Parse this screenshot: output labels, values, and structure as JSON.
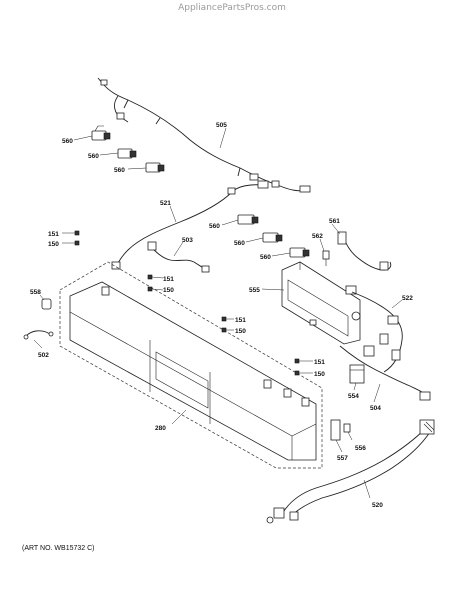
{
  "watermark": "AppliancePartsPros.com",
  "art_number": "(ART NO. WB15732 C)",
  "parts": {
    "p505": "505",
    "p560a": "560",
    "p560b": "560",
    "p560c": "560",
    "p521": "521",
    "p560d": "560",
    "p560e": "560",
    "p560f": "560",
    "p561": "561",
    "p562": "562",
    "p151a": "151",
    "p150a": "150",
    "p503": "503",
    "p151b": "151",
    "p150b": "150",
    "p555": "555",
    "p522": "522",
    "p558": "558",
    "p502": "502",
    "p151c": "151",
    "p150c": "150",
    "p151d": "151",
    "p150d": "150",
    "p554": "554",
    "p504": "504",
    "p280": "280",
    "p556": "556",
    "p557": "557",
    "p520": "520"
  }
}
